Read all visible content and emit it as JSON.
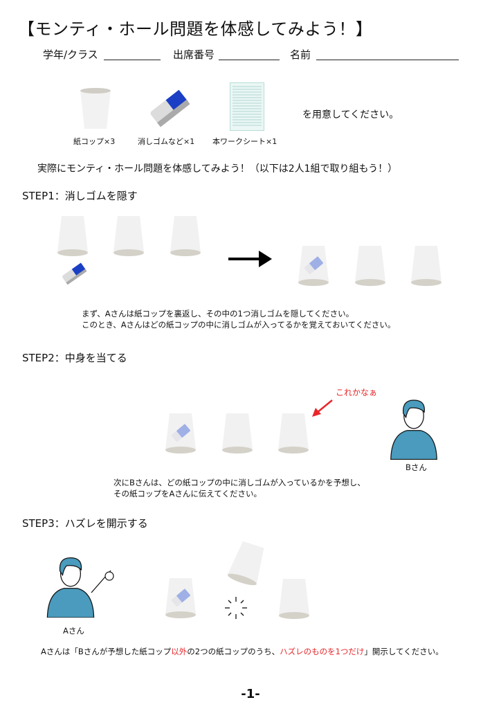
{
  "title": "【モンティ・ホール問題を体感してみよう！】",
  "form": {
    "grade_class": "学年/クラス",
    "seat_number": "出席番号",
    "name": "名前"
  },
  "supplies": {
    "items": [
      {
        "label": "紙コップ×3",
        "icon": "paper-cup-icon"
      },
      {
        "label": "消しゴムなど×1",
        "icon": "eraser-icon"
      },
      {
        "label": "本ワークシート×1",
        "icon": "worksheet-icon"
      }
    ],
    "suffix": "を用意してください。"
  },
  "intro": "実際にモンティ・ホール問題を体感してみよう！（以下は2人1組で取り組もう！）",
  "step1": {
    "heading": "STEP1：消しゴムを隠す",
    "lines": [
      "まず、Aさんは紙コップを裏返し、その中の1つ消しゴムを隠してください。",
      "このとき、Aさんはどの紙コップの中に消しゴムが入ってるかを覚えておいてください。"
    ]
  },
  "step2": {
    "heading": "STEP2：中身を当てる",
    "speech": "これかなぁ",
    "person_label": "Bさん",
    "lines": [
      "次にBさんは、どの紙コップの中に消しゴムが入っているかを予想し、",
      "その紙コップをAさんに伝えてください。"
    ]
  },
  "step3": {
    "heading": "STEP3：ハズレを開示する",
    "person_label": "Aさん",
    "instruction": {
      "p1": "Aさんは「Bさんが予想した紙コップ",
      "p2": "以外",
      "p3": "の2つの紙コップのうち、",
      "p4": "ハズレのものを1つだけ",
      "p5": "」開示してください。"
    }
  },
  "page_number": "-1-",
  "colors": {
    "accent_red": "#e8262a",
    "eraser_blue": "#1a3fc4",
    "person_blue": "#4a9bbd"
  }
}
